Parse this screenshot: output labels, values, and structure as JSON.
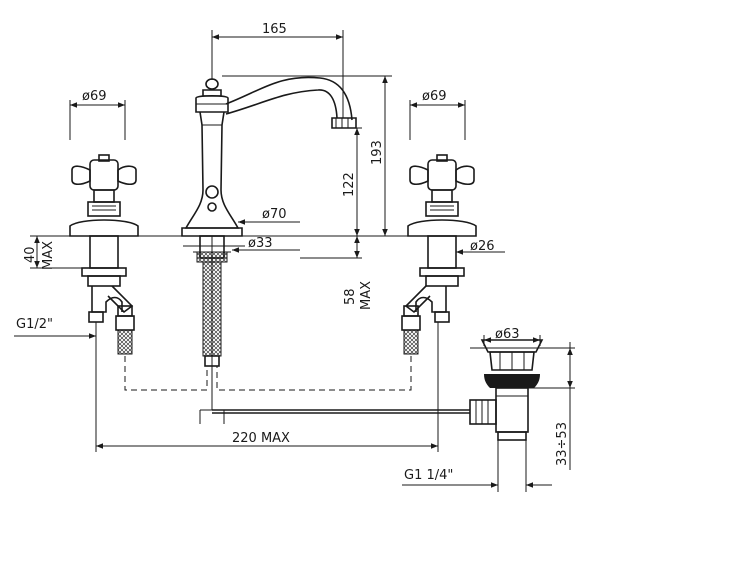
{
  "drawing": {
    "labels": {
      "spout_reach": "165",
      "handle_diameter_left": "ø69",
      "handle_diameter_right": "ø69",
      "total_height": "193",
      "spout_height": "122",
      "base_diameter": "ø70",
      "hole_diameter": "ø33",
      "valve_diameter": "ø26",
      "deck_thickness": "40",
      "deck_thickness_max": "MAX",
      "under_deck_length": "58",
      "under_deck_max": "MAX",
      "inlet_thread": "G1/2\"",
      "waste_diameter": "ø63",
      "centre_distance": "220  MAX",
      "waste_thread": "G1  1/4\"",
      "waste_range": "33÷53"
    }
  }
}
